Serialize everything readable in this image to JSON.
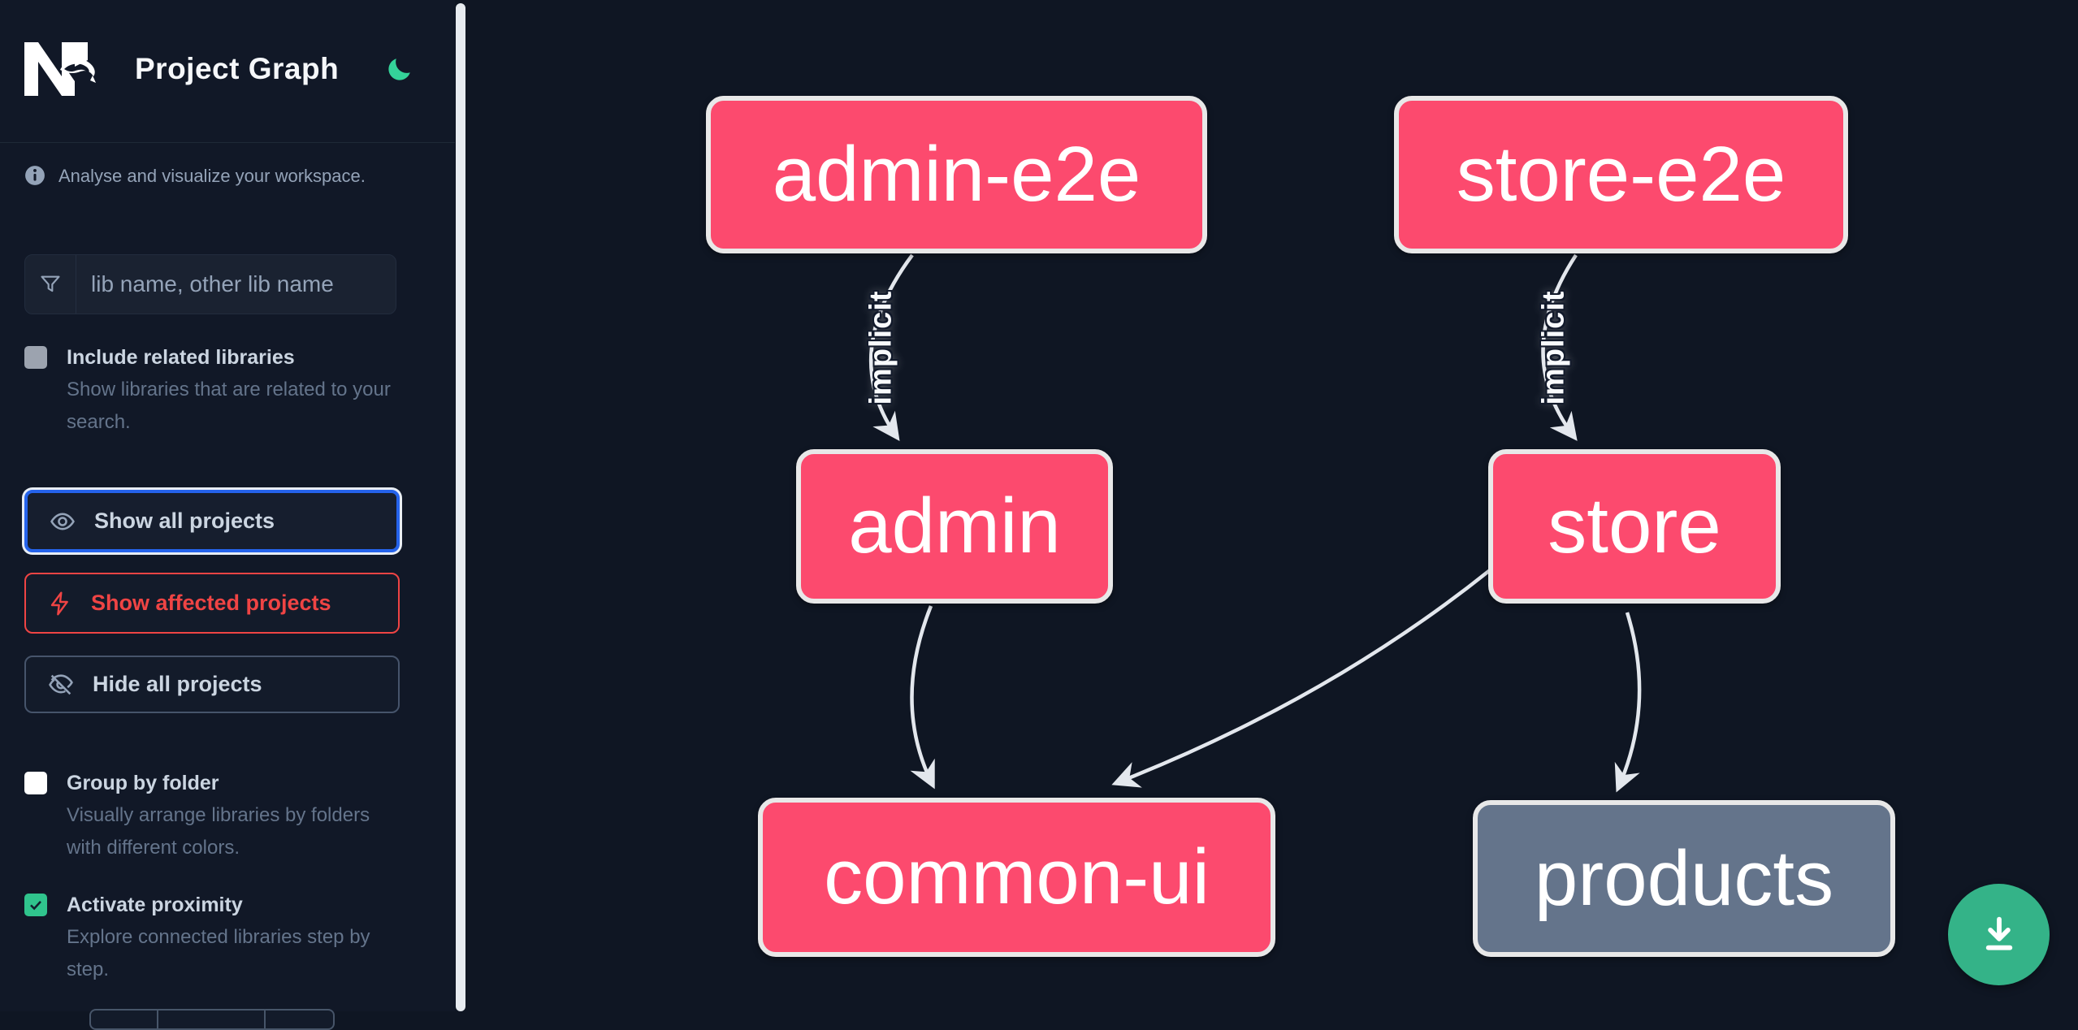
{
  "header": {
    "title": "Project Graph",
    "logo": "nx-logo",
    "theme_toggle_icon": "moon-icon"
  },
  "sidebar": {
    "info": "Analyse and visualize your workspace.",
    "search": {
      "placeholder": "lib name, other lib name",
      "value": "",
      "icon": "funnel-icon"
    },
    "toggles": [
      {
        "id": "include-related",
        "label": "Include related libraries",
        "description": "Show libraries that are related to your search.",
        "checked": false
      },
      {
        "id": "group-by-folder",
        "label": "Group by folder",
        "description": "Visually arrange libraries by folders with different colors.",
        "checked": false
      },
      {
        "id": "activate-proximity",
        "label": "Activate proximity",
        "description": "Explore connected libraries step by step.",
        "checked": true
      }
    ],
    "buttons": [
      {
        "id": "show-all",
        "label": "Show all projects",
        "icon": "eye-icon",
        "focused": true
      },
      {
        "id": "show-affected",
        "label": "Show affected projects",
        "icon": "bolt-icon",
        "variant": "affected"
      },
      {
        "id": "hide-all",
        "label": "Hide all projects",
        "icon": "eye-off-icon"
      }
    ]
  },
  "graph": {
    "nodes": [
      {
        "id": "admin-e2e",
        "label": "admin-e2e",
        "status": "affected"
      },
      {
        "id": "store-e2e",
        "label": "store-e2e",
        "status": "affected"
      },
      {
        "id": "admin",
        "label": "admin",
        "status": "affected"
      },
      {
        "id": "store",
        "label": "store",
        "status": "affected"
      },
      {
        "id": "common-ui",
        "label": "common-ui",
        "status": "affected"
      },
      {
        "id": "products",
        "label": "products",
        "status": "unaffected"
      }
    ],
    "edges": [
      {
        "source": "admin-e2e",
        "target": "admin",
        "label": "implicit"
      },
      {
        "source": "store-e2e",
        "target": "store",
        "label": "implicit"
      },
      {
        "source": "admin",
        "target": "common-ui",
        "label": ""
      },
      {
        "source": "store",
        "target": "common-ui",
        "label": ""
      },
      {
        "source": "store",
        "target": "products",
        "label": ""
      }
    ]
  },
  "actions": {
    "download_icon": "download-icon"
  },
  "colors": {
    "affected_node": "#fc4a6e",
    "unaffected_node": "#64748b",
    "node_border": "#e8e8e8",
    "edge": "#e3e7ed",
    "accent_green": "#34d399",
    "focus_blue": "#2563eb",
    "danger_red": "#ef4444",
    "sidebar_bg": "#111827",
    "canvas_bg": "#0f1623"
  }
}
